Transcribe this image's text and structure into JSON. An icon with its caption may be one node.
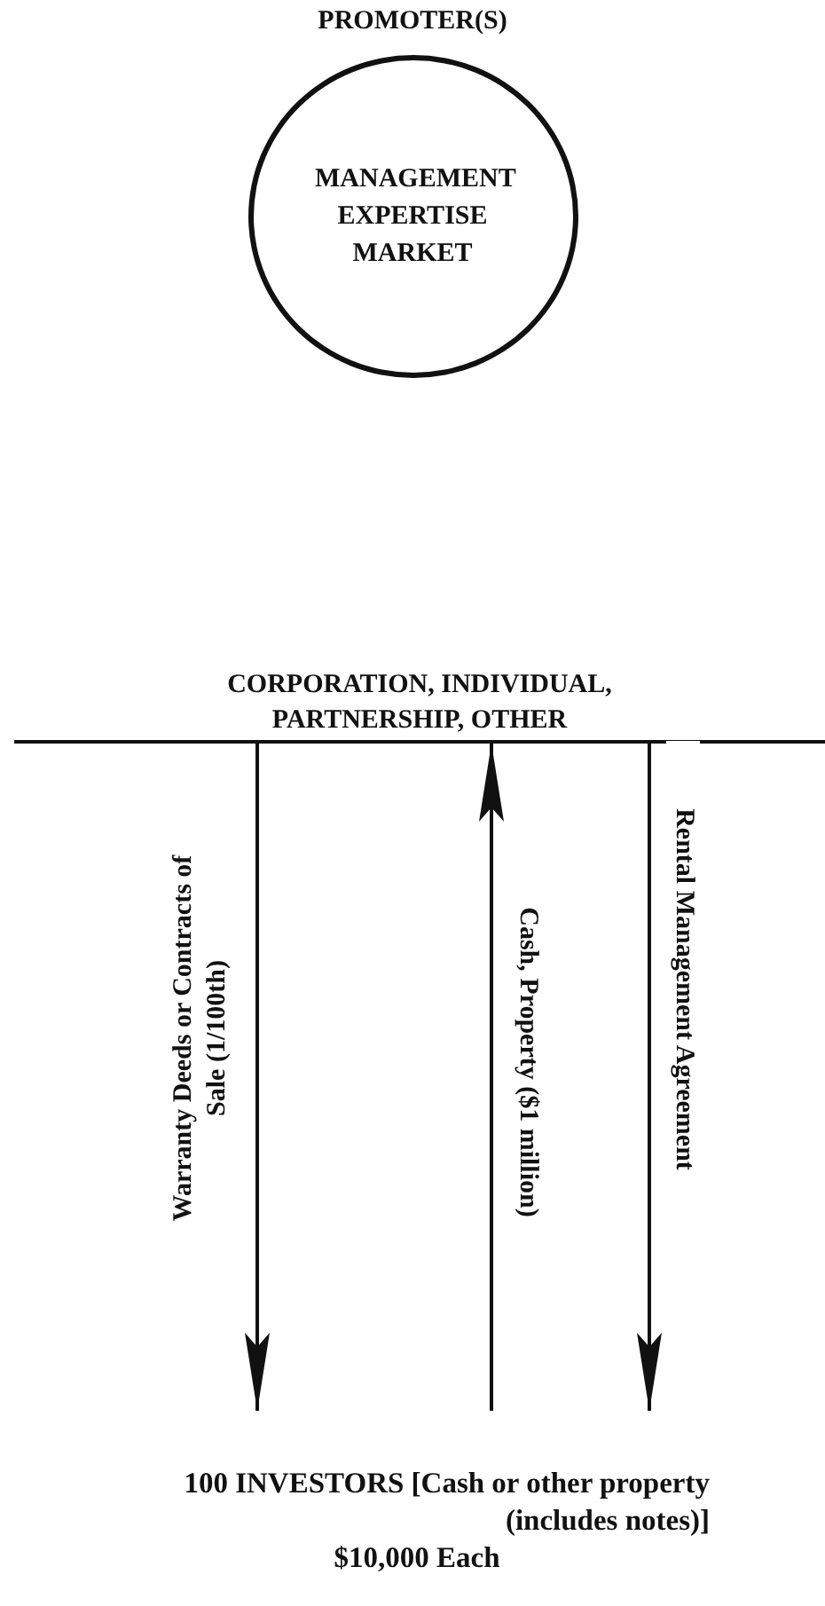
{
  "diagram": {
    "nodes": [
      {
        "text": [
          "PROMOTER(S)",
          "MANAGEMENT EXPERTISE MARKET"
        ]
      },
      {
        "text": [
          "CORPORATION, INDIVIDUAL, PARTNERSHIP, OTHER"
        ]
      },
      {
        "text": [
          "100 INVESTORS [Cash or other property (includes notes)]",
          "$10,000 Each"
        ]
      }
    ],
    "edges": [
      {
        "from": 1,
        "to": 2,
        "arrow": "to",
        "label": "Warranty Deeds or Contracts of Sale (1/100th)"
      },
      {
        "from": 2,
        "to": 1,
        "arrow": "to",
        "label": "Cash, Property ($1 million)"
      },
      {
        "from": 1,
        "to": 2,
        "arrow": "to",
        "label": "Rental Management Agreement"
      }
    ]
  }
}
